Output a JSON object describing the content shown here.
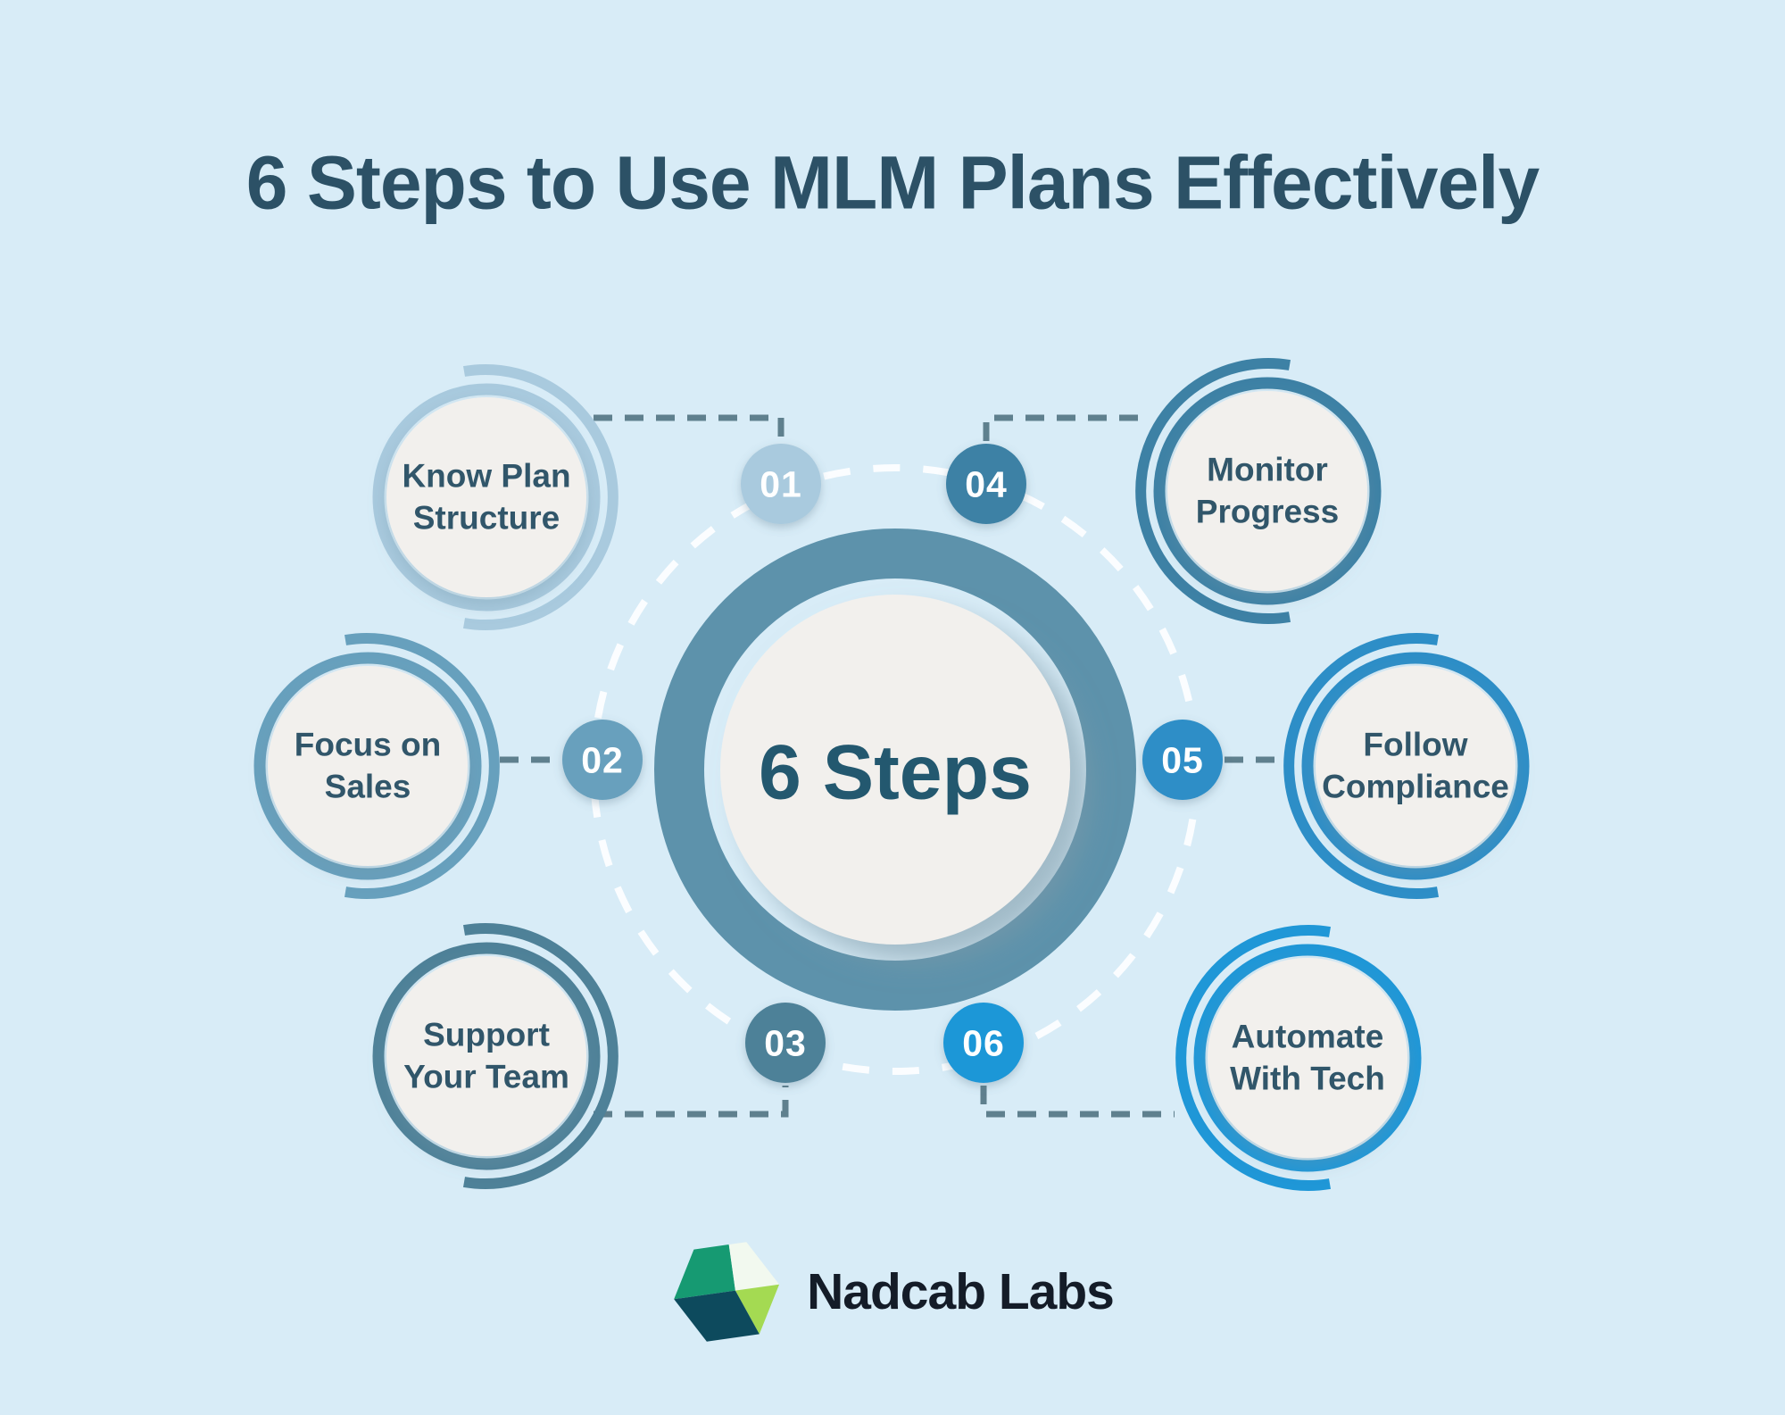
{
  "title": "6 Steps to Use MLM Plans Effectively",
  "hub": {
    "label": "6 Steps"
  },
  "steps": [
    {
      "number": "01",
      "label": "Know Plan\nStructure",
      "color": "#a9cade"
    },
    {
      "number": "02",
      "label": "Focus on\nSales",
      "color": "#67a0bd"
    },
    {
      "number": "03",
      "label": "Support\nYour Team",
      "color": "#4e8198"
    },
    {
      "number": "04",
      "label": "Monitor\nProgress",
      "color": "#3d81a5"
    },
    {
      "number": "05",
      "label": "Follow\nCompliance",
      "color": "#2d8ec7"
    },
    {
      "number": "06",
      "label": "Automate\nWith Tech",
      "color": "#1f97d7"
    }
  ],
  "colors": {
    "background": "#d8ecf7",
    "title_text": "#2c5166",
    "hub_ring": "#5d92ab",
    "circle_fill": "#f2f0ed",
    "hub_text": "#23586f",
    "label_text": "#31566a",
    "badge_text": "#ffffff",
    "connector": "#5f808e",
    "dashed_ring": "#ffffff",
    "logo_text": "#141c28"
  },
  "logo": {
    "text": "Nadcab Labs",
    "colors": {
      "green": "#169a72",
      "white": "#f2f9ef",
      "lime": "#a4da52",
      "dark": "#0d4a5d"
    }
  }
}
